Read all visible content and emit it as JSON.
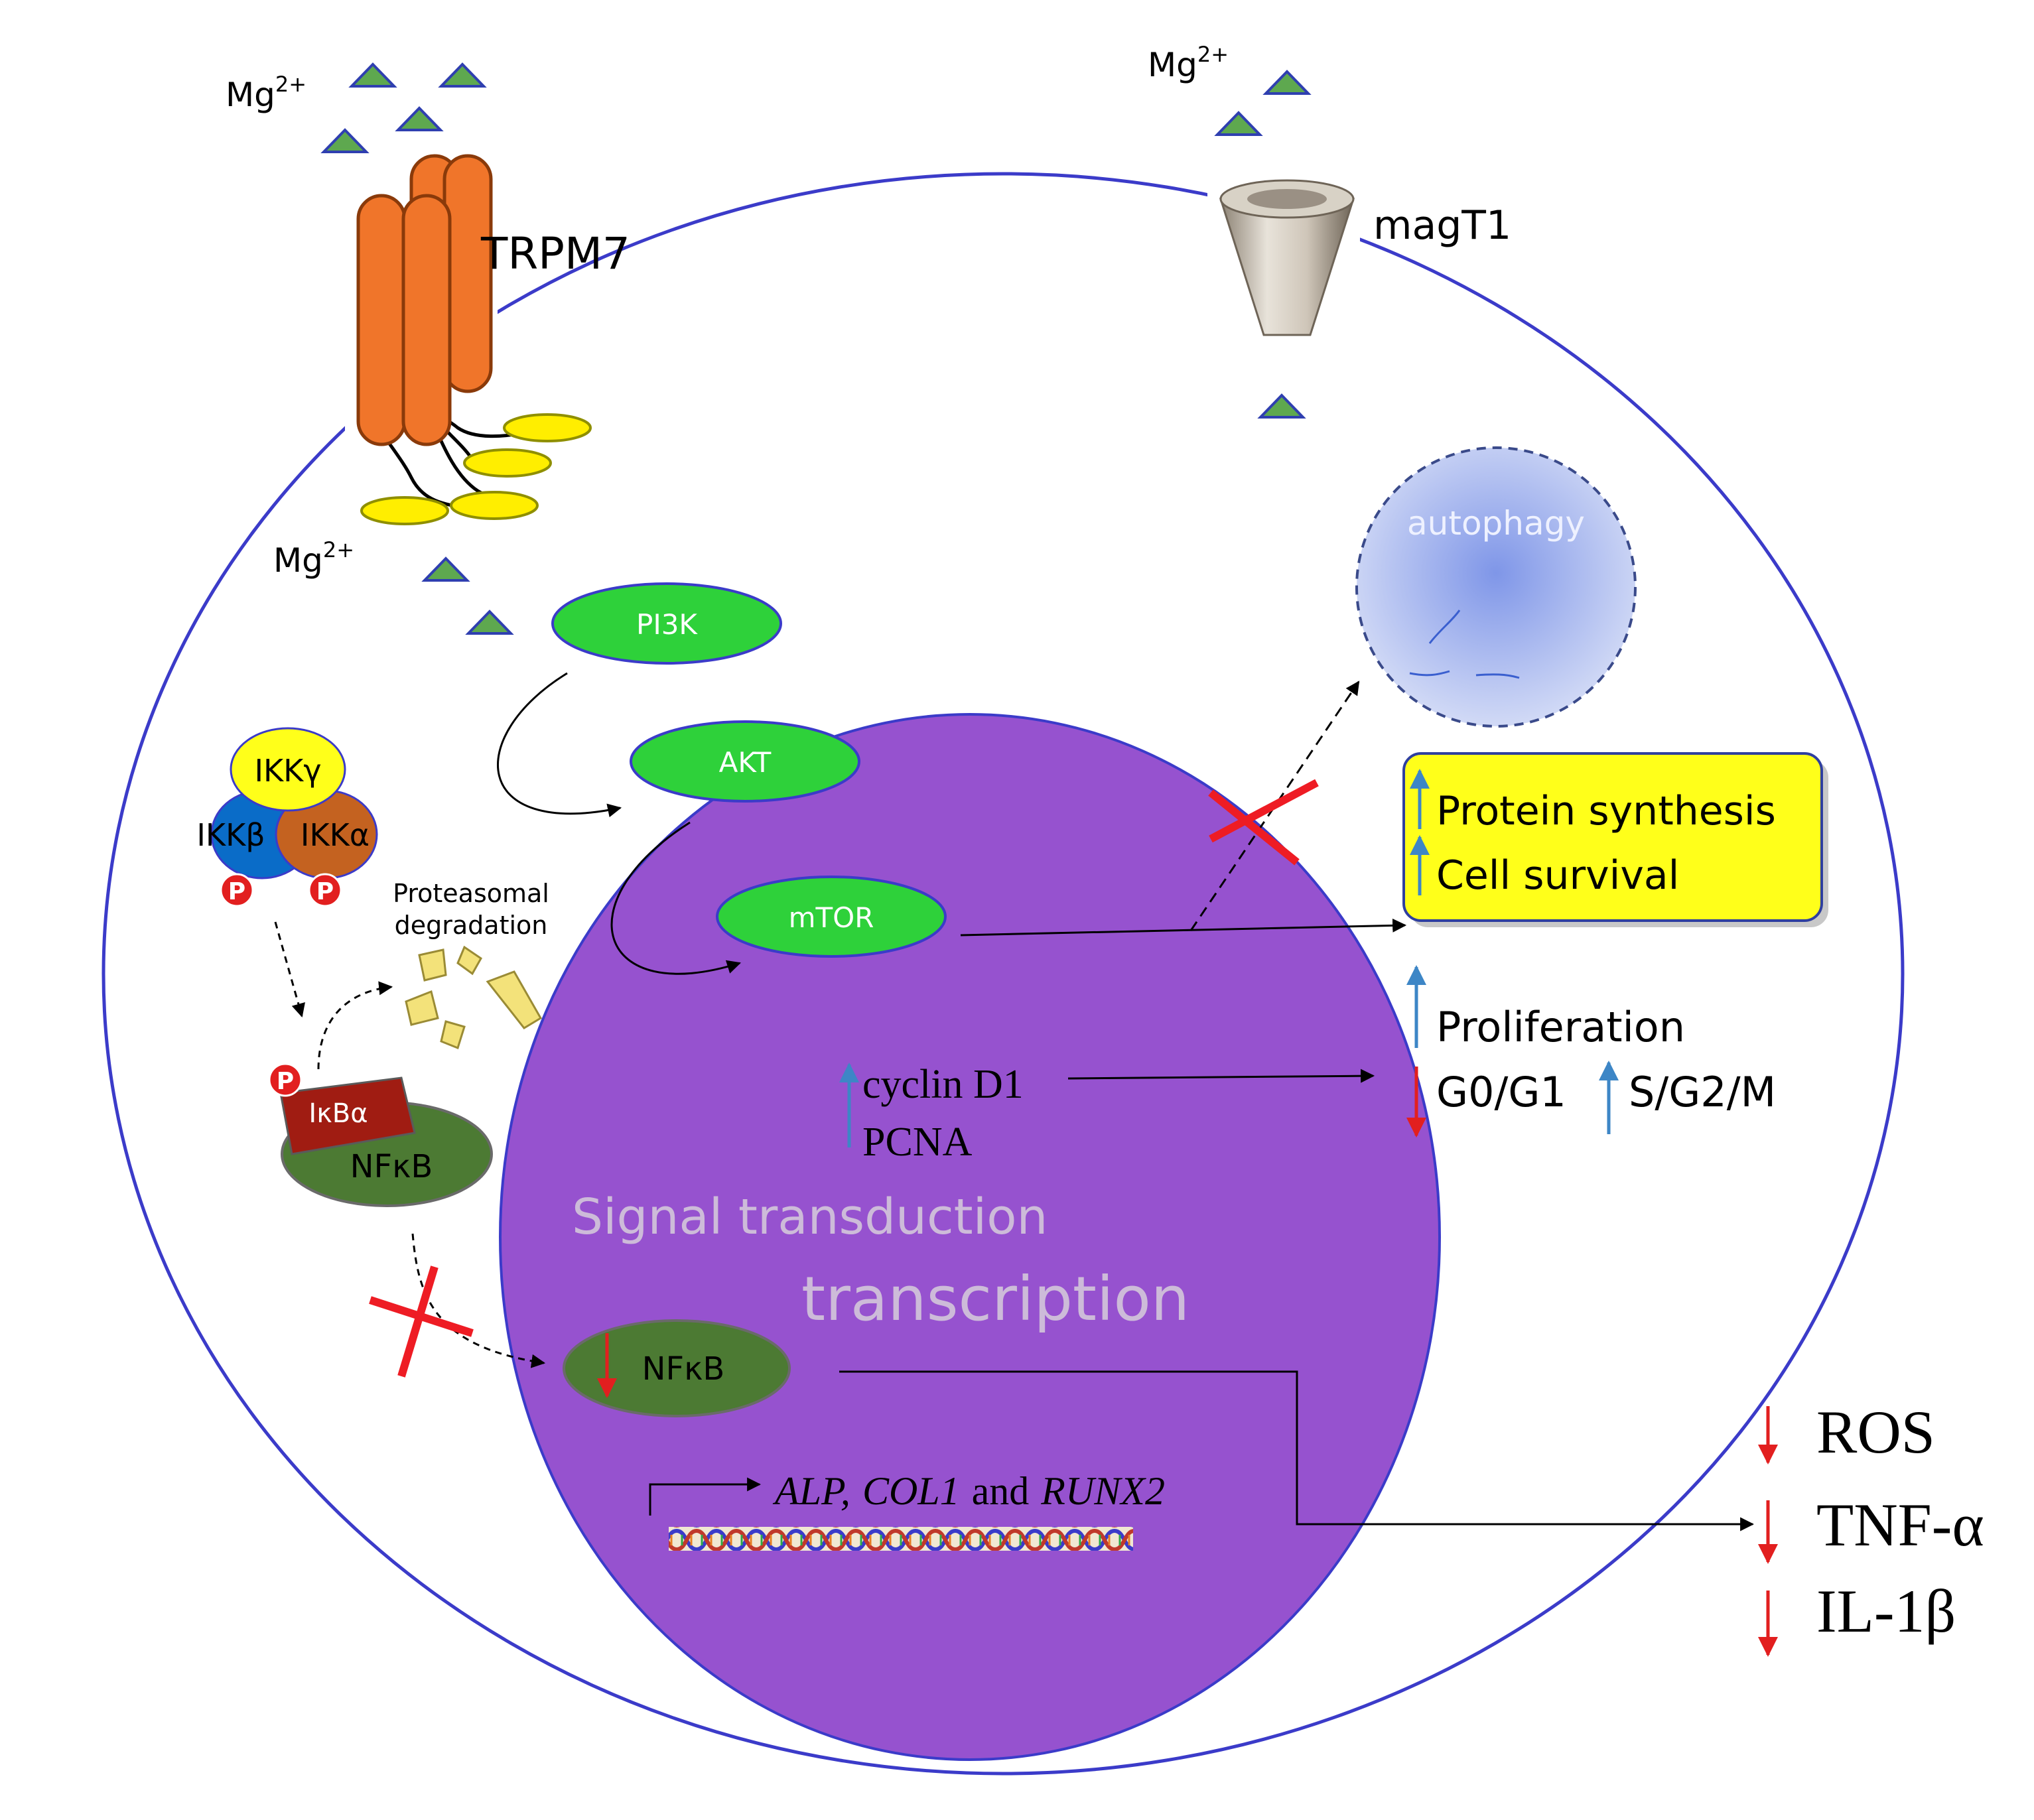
{
  "colors": {
    "membrane": "#3b3bc9",
    "nucleus_fill": "#9652cf",
    "enzyme_green": "#2ed13a",
    "nfkb_green": "#4c7a33",
    "ikba_red": "#a01c12",
    "mg_triangle": "#5ea84f",
    "trpm7_orange": "#f0752a",
    "highlight_yellow": "#ffff1a",
    "up_arrow_blue": "#3d86c6",
    "down_arrow_red": "#e21f1f",
    "inhibit_red": "#ee1c24",
    "nucleus_text": "#cdbbd9"
  },
  "ions": {
    "mg_label": "Mg",
    "charge": "2+"
  },
  "channels": {
    "trpm7": "TRPM7",
    "magt1": "magT1"
  },
  "signaling": {
    "pi3k": "PI3K",
    "akt": "AKT",
    "mtor": "mTOR"
  },
  "ikk_complex": {
    "gamma": "IKKγ",
    "beta": "IKKβ",
    "alpha": "IKKα",
    "phospho": "P"
  },
  "proteasome": {
    "line1": "Proteasomal",
    "line2": "degradation"
  },
  "nfkb_complex": {
    "ikba": "IκBα",
    "nfkb": "NFκB"
  },
  "nucleus": {
    "signal_transduction": "Signal transduction",
    "transcription": "transcription",
    "cyclin": "cyclin D1",
    "pcna": "PCNA",
    "nfkb_nuclear": "NFκB",
    "genes": {
      "g1": "ALP,",
      "g2": "COL1",
      "and": "and",
      "g3": "RUNX2"
    }
  },
  "autophagy": "autophagy",
  "outcomes_box": {
    "protein_synthesis": "Protein synthesis",
    "cell_survival": "Cell survival"
  },
  "proliferation": {
    "label": "Proliferation",
    "g0g1": "G0/G1",
    "sg2m": "S/G2/M"
  },
  "inflammation": {
    "ros": "ROS",
    "tnf": "TNF-α",
    "il1b": "IL-1β"
  }
}
